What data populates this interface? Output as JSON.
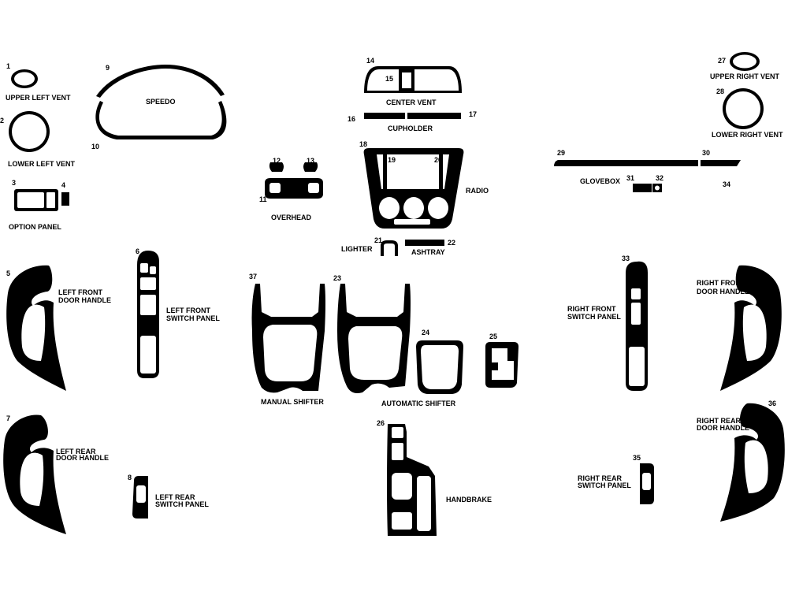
{
  "parts": {
    "p1": {
      "num": "1",
      "label": "UPPER LEFT VENT"
    },
    "p2": {
      "num": "2",
      "label": "LOWER LEFT VENT"
    },
    "p3": {
      "num": "3"
    },
    "p4": {
      "num": "4"
    },
    "option_panel": {
      "label": "OPTION PANEL"
    },
    "p5": {
      "num": "5",
      "label_line1": "LEFT FRONT",
      "label_line2": "DOOR HANDLE"
    },
    "p6": {
      "num": "6",
      "label_line1": "LEFT FRONT",
      "label_line2": "SWITCH PANEL"
    },
    "p7": {
      "num": "7",
      "label_line1": "LEFT REAR",
      "label_line2": "DOOR HANDLE"
    },
    "p8": {
      "num": "8",
      "label_line1": "LEFT REAR",
      "label_line2": "SWITCH PANEL"
    },
    "p9": {
      "num": "9"
    },
    "p10": {
      "num": "10"
    },
    "speedo": {
      "label": "SPEEDO"
    },
    "p11": {
      "num": "11"
    },
    "p12": {
      "num": "12"
    },
    "p13": {
      "num": "13"
    },
    "overhead": {
      "label": "OVERHEAD"
    },
    "p14": {
      "num": "14"
    },
    "p15": {
      "num": "15"
    },
    "center_vent": {
      "label": "CENTER VENT"
    },
    "p16": {
      "num": "16"
    },
    "p17": {
      "num": "17"
    },
    "cupholder": {
      "label": "CUPHOLDER"
    },
    "p18": {
      "num": "18"
    },
    "p19": {
      "num": "19"
    },
    "p20": {
      "num": "20"
    },
    "radio": {
      "label": "RADIO"
    },
    "p21": {
      "num": "21",
      "label": "LIGHTER"
    },
    "p22": {
      "num": "22",
      "label": "ASHTRAY"
    },
    "p23": {
      "num": "23"
    },
    "p24": {
      "num": "24"
    },
    "automatic_shifter": {
      "label": "AUTOMATIC SHIFTER"
    },
    "p25": {
      "num": "25"
    },
    "p26": {
      "num": "26",
      "label": "HANDBRAKE"
    },
    "p27": {
      "num": "27",
      "label": "UPPER RIGHT VENT"
    },
    "p28": {
      "num": "28",
      "label": "LOWER RIGHT VENT"
    },
    "p29": {
      "num": "29"
    },
    "p30": {
      "num": "30"
    },
    "glovebox": {
      "label": "GLOVEBOX"
    },
    "p31": {
      "num": "31"
    },
    "p32": {
      "num": "32"
    },
    "p33": {
      "num": "33",
      "label_line1": "RIGHT FRONT",
      "label_line2": "SWITCH PANEL"
    },
    "p34": {
      "num": "34"
    },
    "p35": {
      "num": "35",
      "label_line1": "RIGHT REAR",
      "label_line2": "SWITCH PANEL"
    },
    "p36": {
      "num": "36",
      "label_line1": "RIGHT REAR",
      "label_line2": "DOOR HANDLE"
    },
    "p37": {
      "num": "37",
      "label": "MANUAL SHIFTER"
    },
    "right_front_door": {
      "label_line1": "RIGHT FRONT",
      "label_line2": "DOOR HANDLE"
    }
  }
}
